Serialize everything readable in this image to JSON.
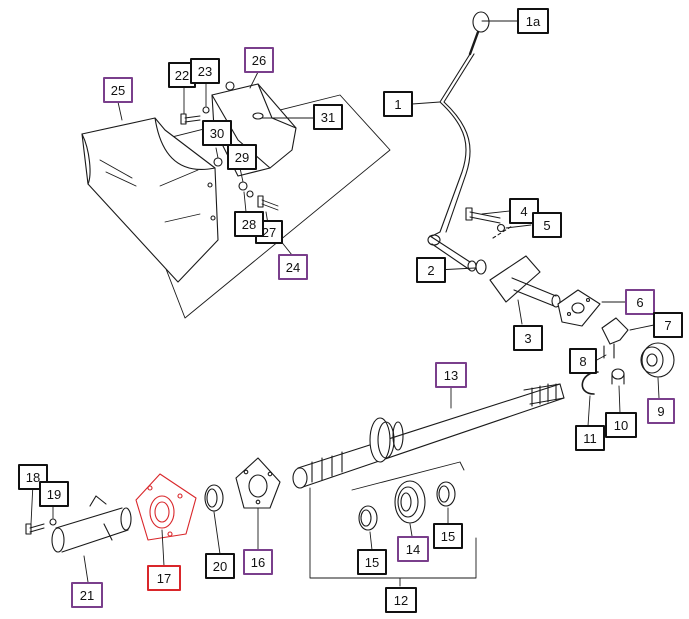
{
  "diagram": {
    "colors": {
      "line": "#1a1a1a",
      "black_box": "#111111",
      "purple_box": "#7a3f8c",
      "red_box": "#d9262a",
      "red_part": "#d9262a"
    },
    "callouts": [
      {
        "id": "c1a",
        "label": "1a",
        "style": "black"
      },
      {
        "id": "c1",
        "label": "1",
        "style": "black"
      },
      {
        "id": "c2",
        "label": "2",
        "style": "black"
      },
      {
        "id": "c3",
        "label": "3",
        "style": "black"
      },
      {
        "id": "c4",
        "label": "4",
        "style": "black"
      },
      {
        "id": "c5",
        "label": "5",
        "style": "black"
      },
      {
        "id": "c6",
        "label": "6",
        "style": "purple"
      },
      {
        "id": "c7",
        "label": "7",
        "style": "black"
      },
      {
        "id": "c8",
        "label": "8",
        "style": "black"
      },
      {
        "id": "c9",
        "label": "9",
        "style": "purple"
      },
      {
        "id": "c10",
        "label": "10",
        "style": "black"
      },
      {
        "id": "c11",
        "label": "11",
        "style": "black"
      },
      {
        "id": "c12",
        "label": "12",
        "style": "black"
      },
      {
        "id": "c13",
        "label": "13",
        "style": "purple"
      },
      {
        "id": "c14",
        "label": "14",
        "style": "purple"
      },
      {
        "id": "c15a",
        "label": "15",
        "style": "black"
      },
      {
        "id": "c15b",
        "label": "15",
        "style": "black"
      },
      {
        "id": "c16",
        "label": "16",
        "style": "purple"
      },
      {
        "id": "c17",
        "label": "17",
        "style": "red"
      },
      {
        "id": "c18",
        "label": "18",
        "style": "black"
      },
      {
        "id": "c19",
        "label": "19",
        "style": "black"
      },
      {
        "id": "c20",
        "label": "20",
        "style": "black"
      },
      {
        "id": "c21",
        "label": "21",
        "style": "purple"
      },
      {
        "id": "c22",
        "label": "22",
        "style": "black"
      },
      {
        "id": "c23",
        "label": "23",
        "style": "black"
      },
      {
        "id": "c24",
        "label": "24",
        "style": "purple"
      },
      {
        "id": "c25",
        "label": "25",
        "style": "purple"
      },
      {
        "id": "c26",
        "label": "26",
        "style": "purple"
      },
      {
        "id": "c27",
        "label": "27",
        "style": "black"
      },
      {
        "id": "c28",
        "label": "28",
        "style": "black"
      },
      {
        "id": "c29",
        "label": "29",
        "style": "black"
      },
      {
        "id": "c30",
        "label": "30",
        "style": "black"
      },
      {
        "id": "c31",
        "label": "31",
        "style": "black"
      }
    ]
  }
}
